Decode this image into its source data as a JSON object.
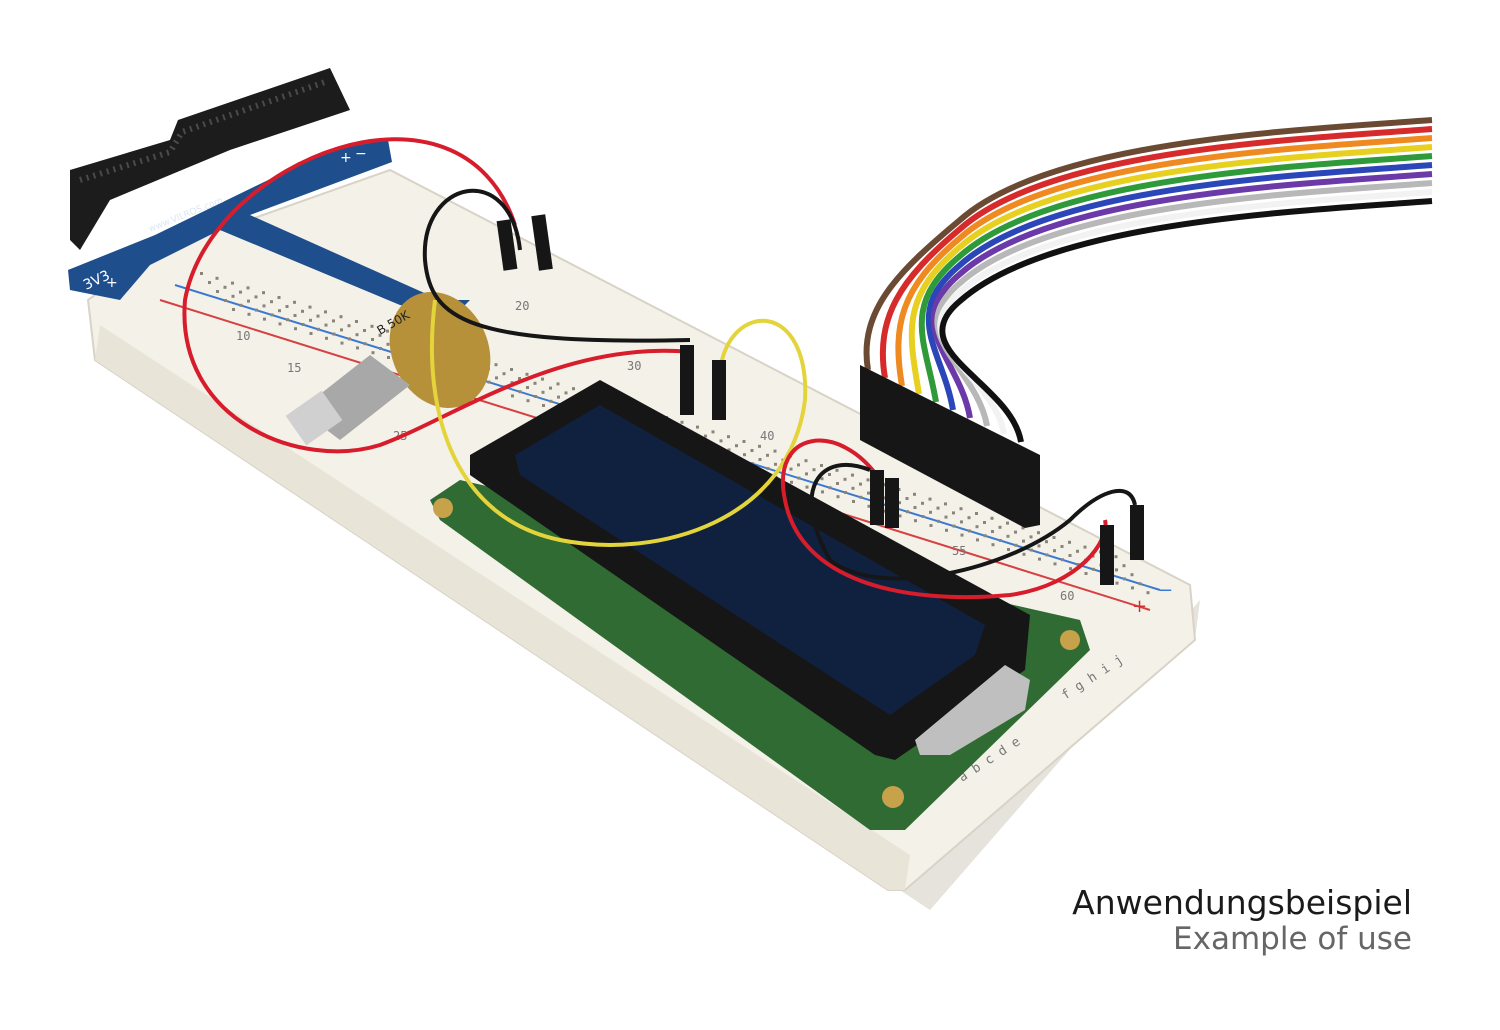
{
  "photo": {
    "board_labels": {
      "power_pin": "3V3",
      "plus": "+",
      "minus": "−",
      "url": "www.VILROS.com",
      "pot_value": "B 50K"
    },
    "breadboard_numbers": [
      "10",
      "15",
      "20",
      "25",
      "30",
      "40",
      "55",
      "60"
    ],
    "breadboard_letters": "a b c d e",
    "breadboard_letters_far": "f g h i j",
    "rail_plus": "+",
    "rail_minus": "−",
    "colors": {
      "breadboard": "#f4f1e9",
      "header": "#1c1c1c",
      "shield": "#1f4e8c",
      "lcd_pcb": "#2f6b32",
      "lcd_bezel": "#161616",
      "lcd_screen": "#10213f",
      "wire_red": "#d71d2b",
      "wire_black": "#161616",
      "wire_yellow": "#e4d43c",
      "brass": "#b7913a"
    },
    "ribbon_colors": [
      "#6b4a34",
      "#d72b2b",
      "#ef8a20",
      "#e8d020",
      "#2f9a3a",
      "#2a46b8",
      "#6b3aa8",
      "#b8b8b8",
      "#f2f2f2",
      "#111111"
    ]
  },
  "caption": {
    "primary": "Anwendungsbeispiel",
    "secondary": "Example of use"
  }
}
